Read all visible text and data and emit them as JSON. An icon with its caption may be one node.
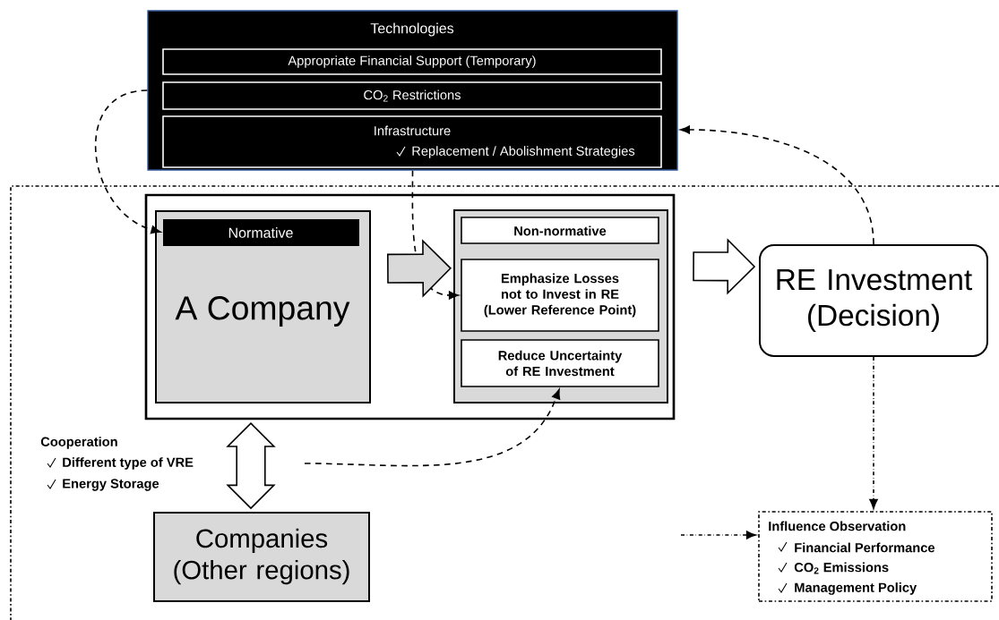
{
  "diagram": {
    "nodes": [
      {
        "text": [
          "Technologies"
        ]
      },
      {
        "text": [
          "Appropriate Financial Support (Temporary)"
        ],
        "in": 0
      },
      {
        "text": [
          "CO$_{2}$ Restrictions"
        ],
        "in": 0
      },
      {
        "text": [
          "Infrastructure",
          "Replacement / Abolishment Strategies"
        ],
        "in": 0
      },
      {
        "text": [],
        "shape": "box"
      },
      {
        "text": [
          "A Company"
        ],
        "in": 4
      },
      {
        "text": [
          "Normative"
        ],
        "in": 5
      },
      {
        "text": [],
        "shape": "box",
        "in": 4
      },
      {
        "text": [
          "Non-normative"
        ],
        "in": 7
      },
      {
        "text": [
          "Emphasize Losses not to Invest in RE (Lower Reference Point)"
        ],
        "in": 7
      },
      {
        "text": [
          "Reduce Uncertainty of RE Investment"
        ],
        "in": 7
      },
      {
        "text": [
          "RE Investment (Decision)"
        ]
      },
      {
        "text": [
          "Companies (Other regions)"
        ]
      },
      {
        "text": [
          "Influence Observation",
          "Financial Performance",
          "CO$_{2}$ Emissions",
          "Management Policy"
        ]
      }
    ],
    "edges": [
      {
        "from": 0,
        "to": 6,
        "arrow": "to",
        "style": "dashed"
      },
      {
        "from": 0,
        "to": 9,
        "arrow": "to",
        "style": "dashed"
      },
      {
        "from": 5,
        "to": 7,
        "arrow": "to",
        "style": "thick",
        "color": "#d9d9d9"
      },
      {
        "from": 4,
        "to": 11,
        "arrow": "to",
        "style": "thick"
      },
      {
        "from": 11,
        "to": 0,
        "arrow": "to",
        "style": "dashed"
      },
      {
        "from": 4,
        "to": 12,
        "arrow": "both",
        "style": "thick"
      },
      {
        "from": null,
        "to": 10,
        "arrow": "to",
        "style": "dashed"
      },
      {
        "from": 11,
        "to": 13,
        "arrow": "to"
      },
      {
        "from": null,
        "to": 13,
        "arrow": "to"
      }
    ],
    "labels": [
      "Cooperation",
      "Different type of VRE",
      "Energy Storage"
    ]
  }
}
